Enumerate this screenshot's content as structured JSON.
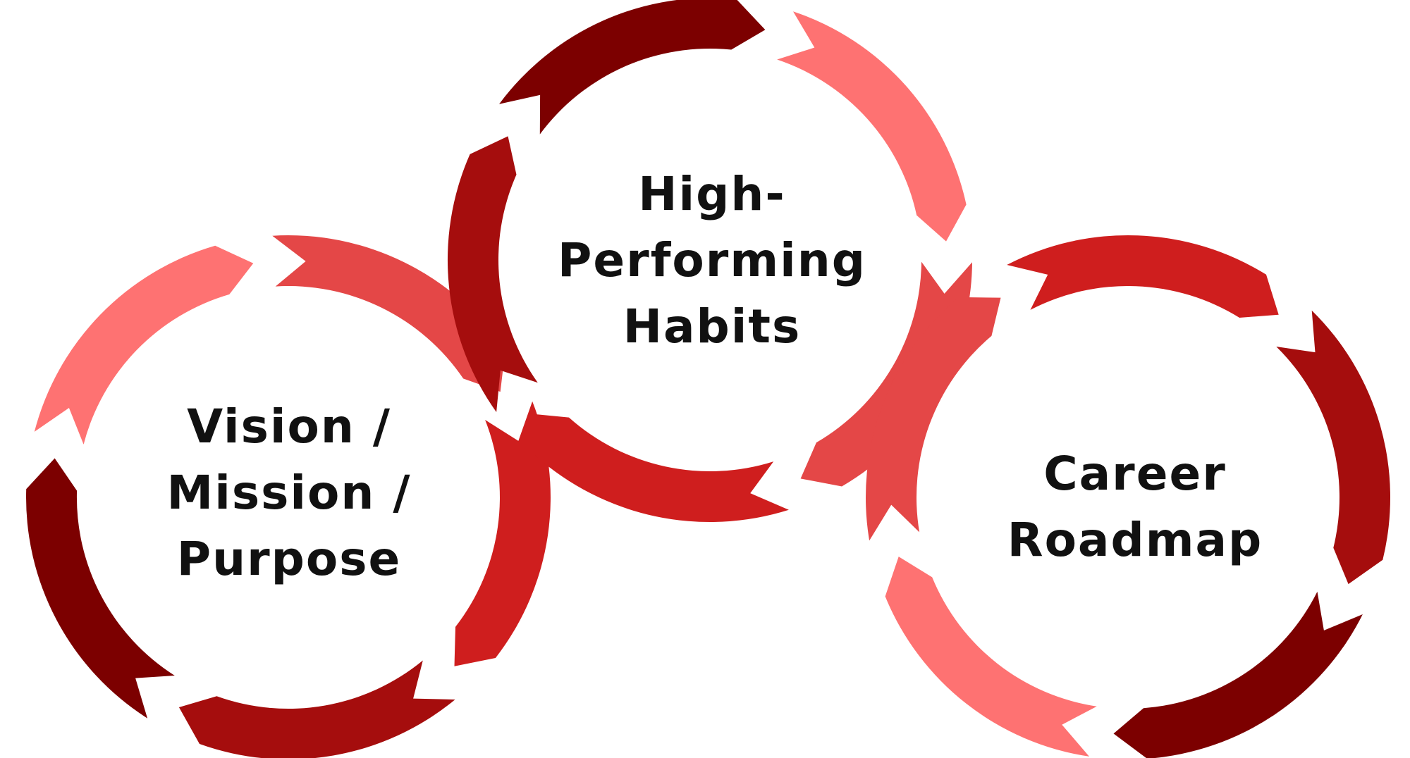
{
  "colors": {
    "darkest": "#7c0000",
    "dark": "#a50d0d",
    "red": "#cf1e1e",
    "medium": "#e44747",
    "light": "#fe7272"
  },
  "cycles": [
    {
      "id": "vision",
      "label": "Vision /\nMission /\nPurpose",
      "segments": [
        {
          "name": "vision-arc-top",
          "color": "medium"
        },
        {
          "name": "vision-arc-right",
          "color": "red"
        },
        {
          "name": "vision-arc-bottom-right",
          "color": "dark"
        },
        {
          "name": "vision-arc-bottom-left",
          "color": "darkest"
        },
        {
          "name": "vision-arc-left",
          "color": "light"
        }
      ]
    },
    {
      "id": "habits",
      "label": "High-\nPerforming\nHabits",
      "segments": [
        {
          "name": "habits-arc-top",
          "color": "darkest"
        },
        {
          "name": "habits-arc-right",
          "color": "light"
        },
        {
          "name": "habits-arc-bottom-right",
          "color": "medium"
        },
        {
          "name": "habits-arc-bottom-left",
          "color": "red"
        },
        {
          "name": "habits-arc-left",
          "color": "dark"
        }
      ]
    },
    {
      "id": "career",
      "label": "Career\nRoadmap",
      "segments": [
        {
          "name": "career-arc-top",
          "color": "red"
        },
        {
          "name": "career-arc-right",
          "color": "dark"
        },
        {
          "name": "career-arc-bottom-right",
          "color": "darkest"
        },
        {
          "name": "career-arc-bottom-left",
          "color": "light"
        },
        {
          "name": "career-arc-left",
          "color": "medium"
        }
      ]
    }
  ]
}
